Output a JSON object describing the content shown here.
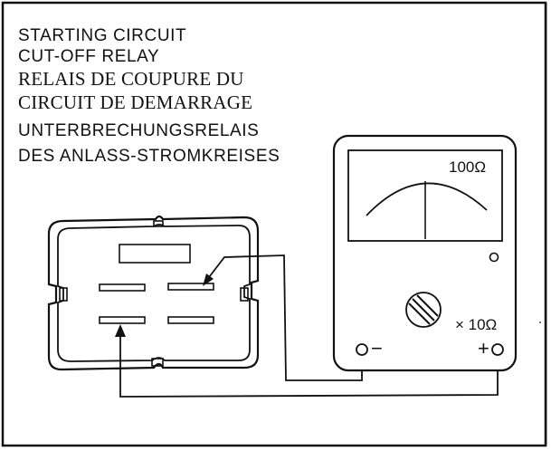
{
  "title_lines": [
    "STARTING CIRCUIT",
    "CUT-OFF RELAY",
    "RELAIS DE COUPURE DU",
    "CIRCUIT DE DEMARRAGE",
    "UNTERBRECHUNGSRELAIS",
    "DES ANLASS-STROMKREISES"
  ],
  "meter": {
    "range_label": "100Ω",
    "multiplier_label": "× 10Ω",
    "minus_label": "−",
    "plus_label": "+"
  },
  "colors": {
    "ink": "#111111",
    "background": "#ffffff"
  }
}
